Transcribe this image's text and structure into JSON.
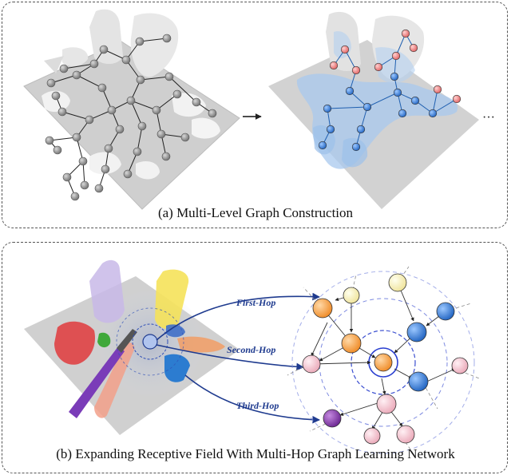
{
  "panel_a": {
    "caption": "(a) Multi-Level Graph Construction",
    "continuation": "···"
  },
  "panel_b": {
    "caption": "(b) Expanding Receptive Field With Multi-Hop Graph Learning Network",
    "hops": {
      "first": "First-Hop",
      "second": "Second-Hop",
      "third": "Third-Hop"
    }
  },
  "colors": {
    "gray_node": "#8a8a8a",
    "red_node": "#f08a8a",
    "blue_node": "#3a86d8",
    "orange_node": "#f5a14a",
    "yellow_node": "#fbf4b8",
    "pink_node": "#f6c6d2",
    "purple_node": "#8a3db0",
    "arrow_blue": "#1f3b8f"
  }
}
